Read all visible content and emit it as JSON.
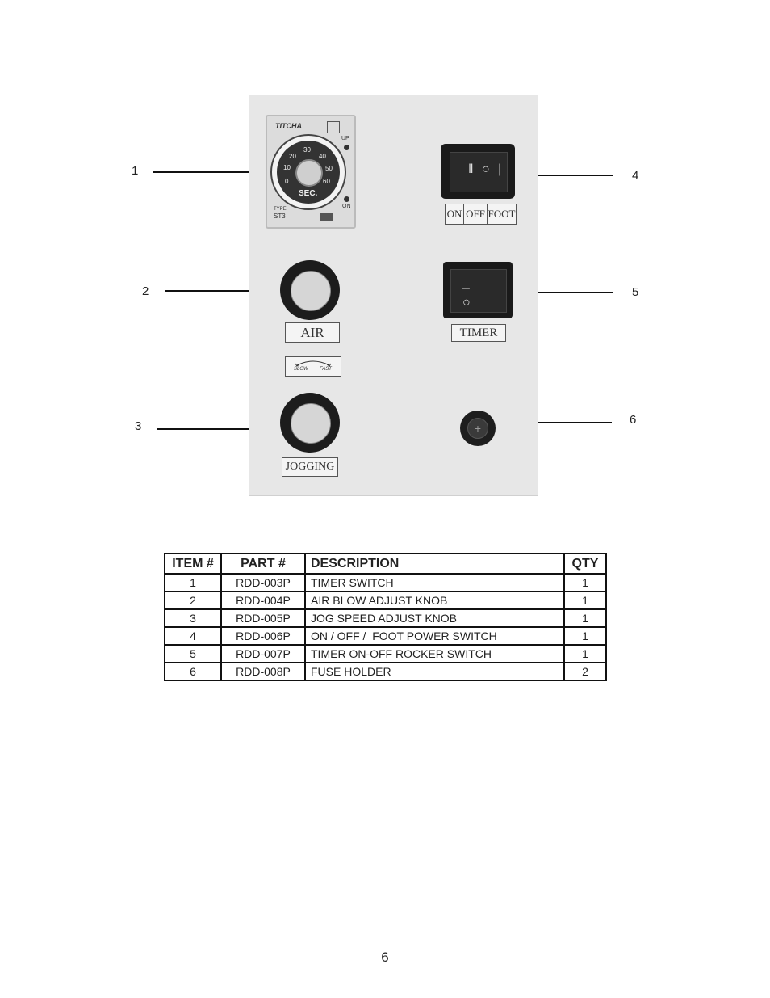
{
  "panel": {
    "timer": {
      "brand": "TITCHA",
      "unit_label": "SEC.",
      "scale": [
        "0",
        "10",
        "20",
        "30",
        "40",
        "50",
        "60"
      ],
      "up_label": "UP",
      "on_label": "ON",
      "type_label": "TYPE",
      "type_value": "ST3"
    },
    "air_label": "AIR",
    "speed_slow": "SLOW",
    "speed_fast": "FAST",
    "jogging_label": "JOGGING",
    "power_switch_labels": [
      "ON",
      "OFF",
      "FOOT"
    ],
    "timer_label": "TIMER"
  },
  "callouts": [
    "1",
    "2",
    "3",
    "4",
    "5",
    "6"
  ],
  "table": {
    "headers": [
      "ITEM #",
      "PART #",
      "DESCRIPTION",
      "QTY"
    ],
    "rows": [
      [
        "1",
        "RDD-003P",
        "TIMER SWITCH",
        "1"
      ],
      [
        "2",
        "RDD-004P",
        "AIR BLOW ADJUST KNOB",
        "1"
      ],
      [
        "3",
        "RDD-005P",
        "JOG SPEED ADJUST KNOB",
        "1"
      ],
      [
        "4",
        "RDD-006P",
        "ON / OFF /  FOOT POWER SWITCH",
        "1"
      ],
      [
        "5",
        "RDD-007P",
        "TIMER ON-OFF ROCKER SWITCH",
        "1"
      ],
      [
        "6",
        "RDD-008P",
        "FUSE HOLDER",
        "2"
      ]
    ]
  },
  "page_number": "6"
}
